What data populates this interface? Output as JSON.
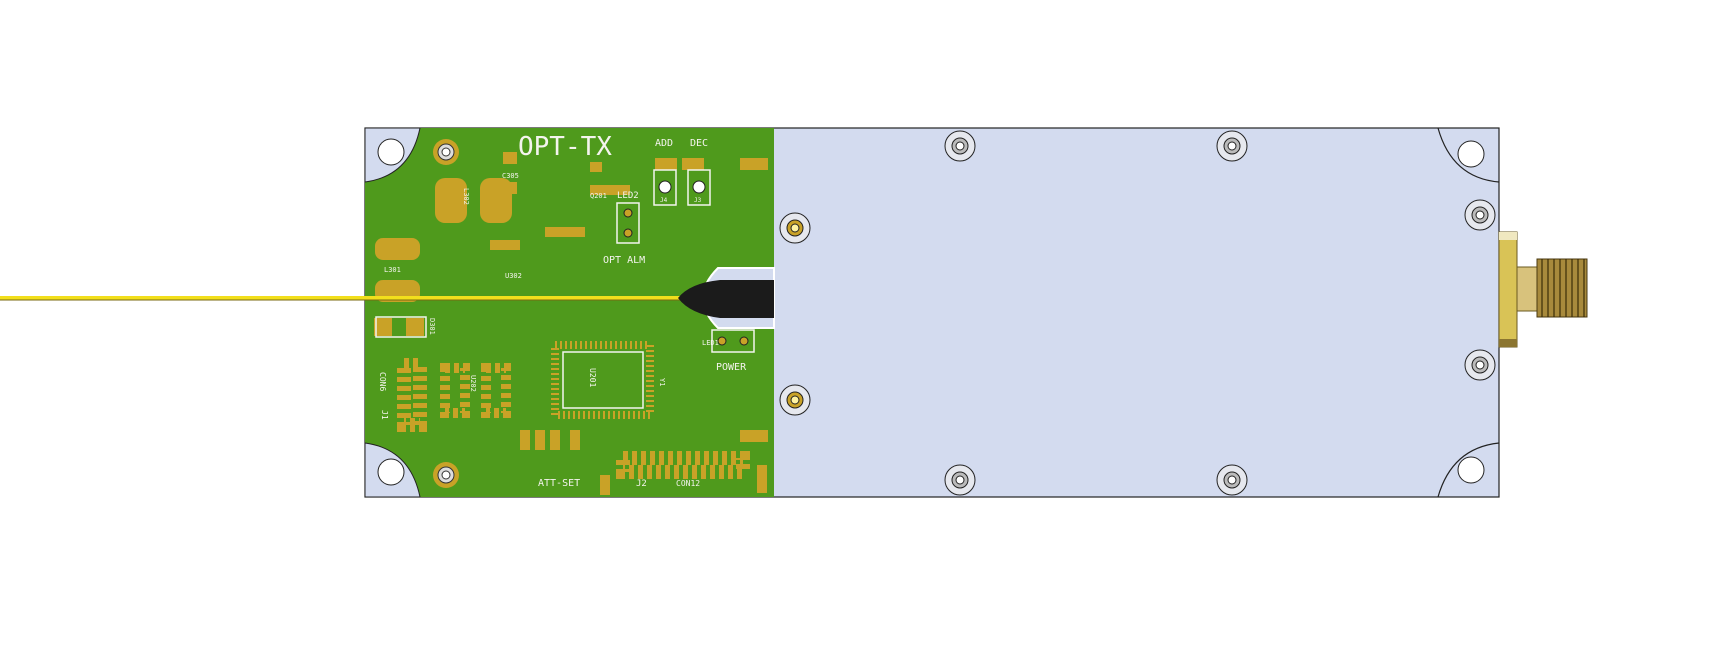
{
  "board": {
    "title": "OPT-TX",
    "labels": {
      "add": "ADD",
      "dec": "DEC",
      "led2": "LED2",
      "opt_alm": "OPT ALM",
      "led1": "LED1",
      "power": "POWER",
      "att_set": "ATT-SET",
      "j2": "J2",
      "con12": "CON12",
      "con6": "CON6",
      "j1": "J1",
      "u201": "U201",
      "u202": "U202",
      "l301": "L301",
      "l302": "L302",
      "c305": "C305",
      "q201": "Q201",
      "u302": "U302",
      "d301": "D301",
      "j4": "J4",
      "j3": "J3",
      "y1": "Y1"
    }
  },
  "colors": {
    "pcb": "#4f9a1c",
    "pad": "#c9a227",
    "enclosure": "#d3dbef",
    "fiber": "#f2df1c",
    "connector": "#c8a848"
  }
}
